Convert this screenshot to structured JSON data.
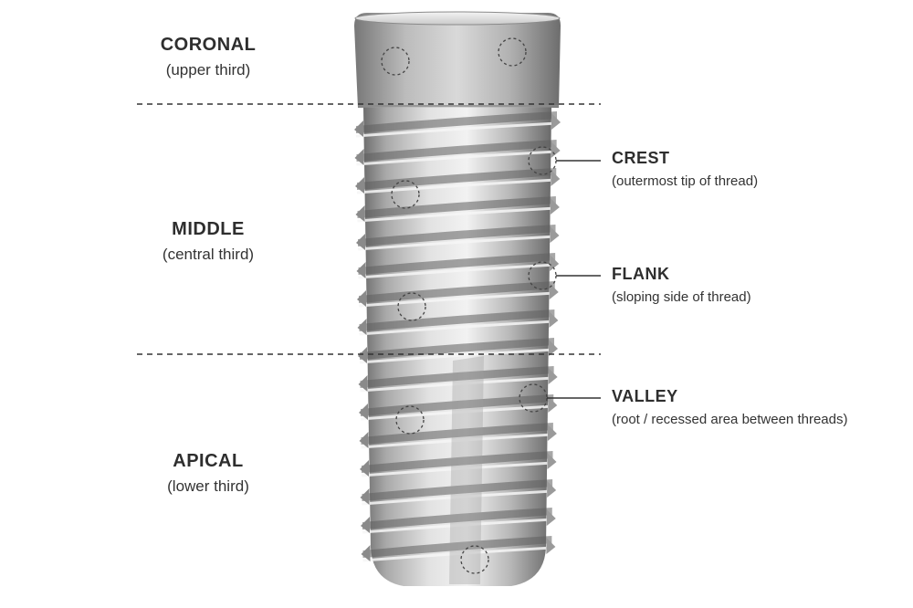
{
  "regions": {
    "coronal": {
      "title": "CORONAL",
      "subtitle": "(upper third)"
    },
    "middle": {
      "title": "MIDDLE",
      "subtitle": "(central third)"
    },
    "apical": {
      "title": "APICAL",
      "subtitle": "(lower third)"
    }
  },
  "callouts": {
    "crest": {
      "title": "CREST",
      "subtitle": "(outermost tip of thread)"
    },
    "flank": {
      "title": "FLANK",
      "subtitle": "(sloping side of thread)"
    },
    "valley": {
      "title": "VALLEY",
      "subtitle": "(root / recessed area between threads)"
    }
  },
  "colors": {
    "metal_light": "#e4e4e4",
    "metal_mid": "#b4b4b4",
    "metal_dark": "#7a7a7a",
    "line": "#333333"
  }
}
